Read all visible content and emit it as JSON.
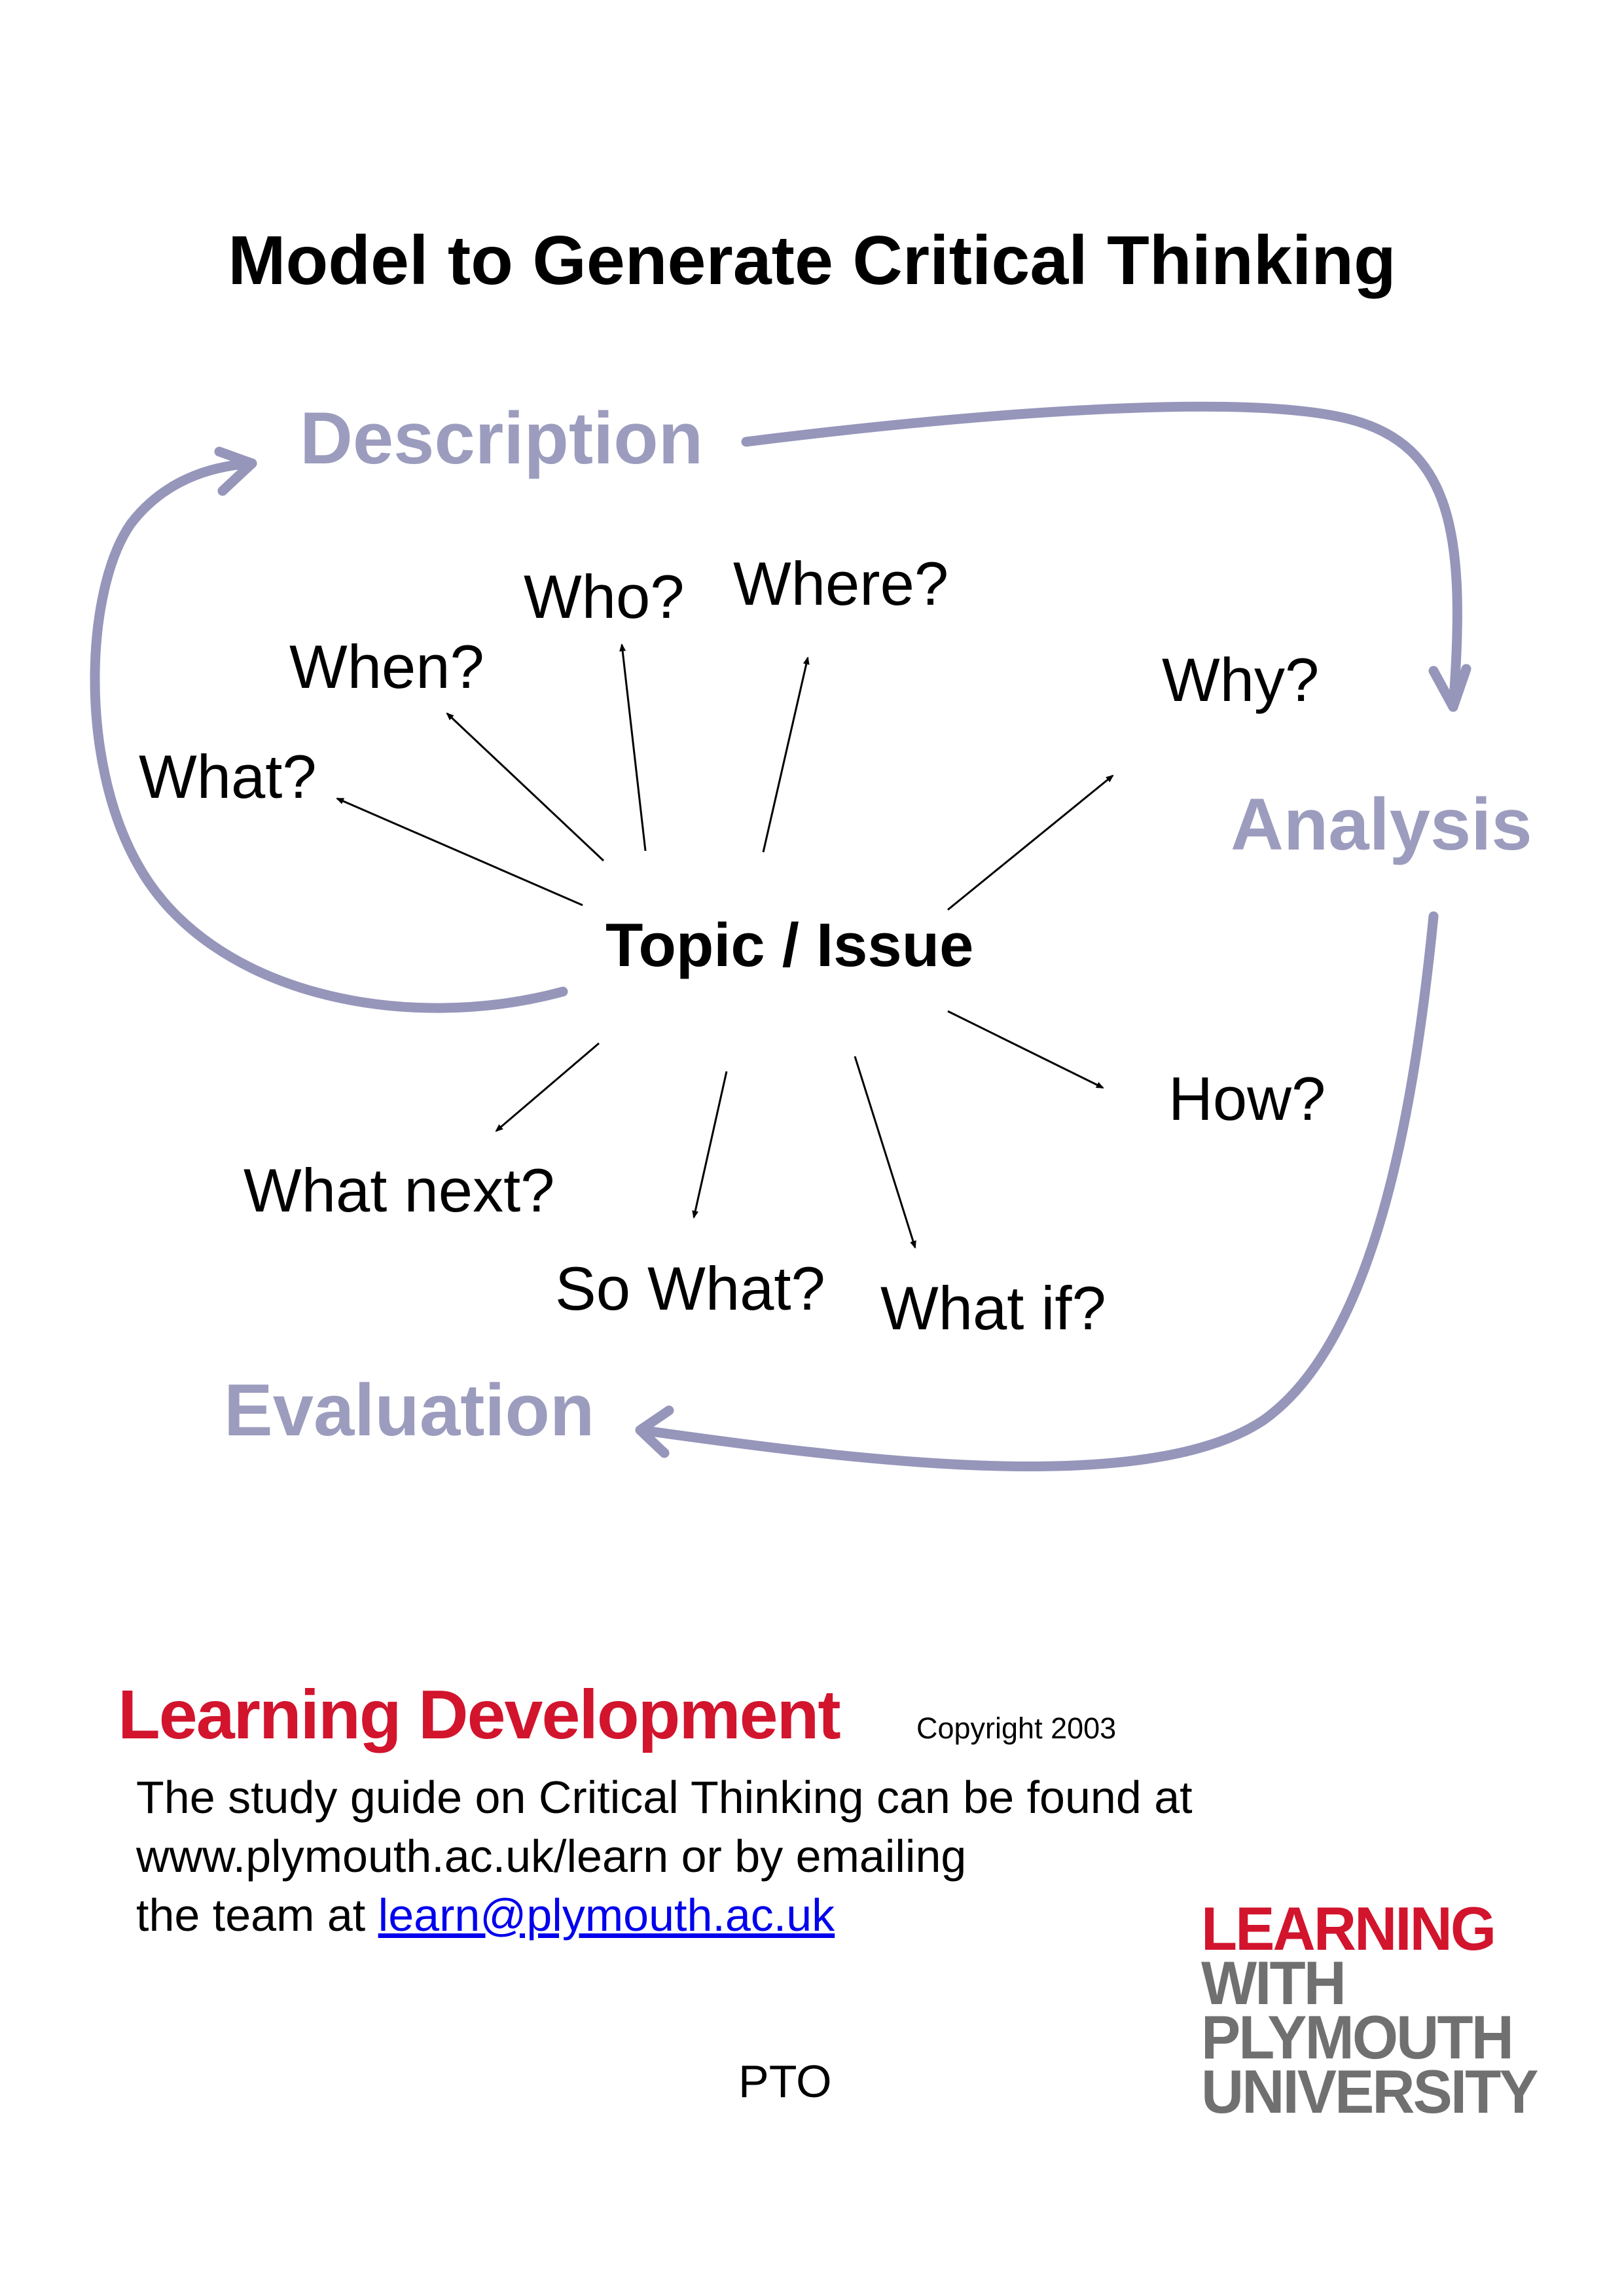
{
  "title": "Model to Generate Critical Thinking",
  "stages": {
    "description": "Description",
    "analysis": "Analysis",
    "evaluation": "Evaluation"
  },
  "topic": "Topic / Issue",
  "questions": {
    "who": "Who?",
    "where": "Where?",
    "when": "When?",
    "why": "Why?",
    "what": "What?",
    "how": "How?",
    "what_next": "What next?",
    "so_what": "So What?",
    "what_if": "What if?"
  },
  "footer": {
    "brand": "Learning Development",
    "copyright": "Copyright  2003",
    "line1": "The study guide on Critical Thinking can be found at",
    "line2": "www.plymouth.ac.uk/learn or by emailing",
    "line3_prefix": "the team at ",
    "email": "learn@plymouth.ac.uk",
    "pto": "PTO"
  },
  "logo": {
    "line1": "LEARNING",
    "line2": "WITH",
    "line3": "PLYMOUTH",
    "line4": "UNIVERSITY"
  },
  "colors": {
    "stage_text": "#9c9cbe",
    "cycle_arrow": "#9696bb",
    "brand_red": "#d2142d",
    "logo_gray": "#707070",
    "link_blue": "#0000ee"
  }
}
